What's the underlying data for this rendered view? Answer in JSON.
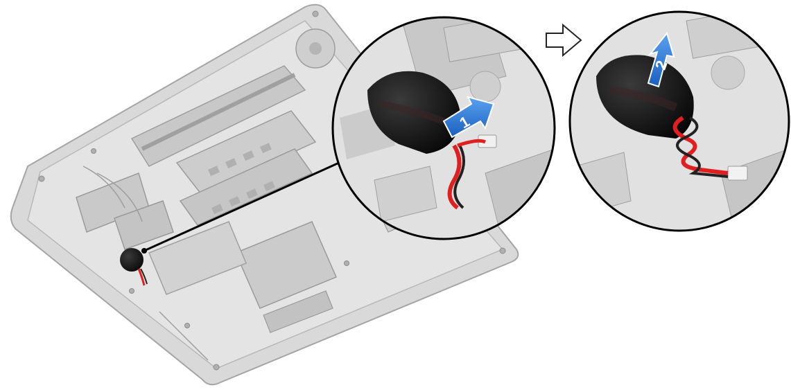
{
  "steps": [
    {
      "number": "1",
      "action": "disconnect-cable"
    },
    {
      "number": "2",
      "action": "lift-battery"
    }
  ],
  "icons": {
    "step1": "arrow-right-icon",
    "step2": "arrow-up-icon",
    "next": "outline-arrow-right-icon"
  },
  "colors": {
    "chassis": "#d9d9d9",
    "chassis_stroke": "#a8a8a8",
    "component": "#bdbdbd",
    "battery": "#111111",
    "cable_red": "#e02020",
    "arrow_blue": "#1f73d8",
    "callout_line": "#000000"
  }
}
